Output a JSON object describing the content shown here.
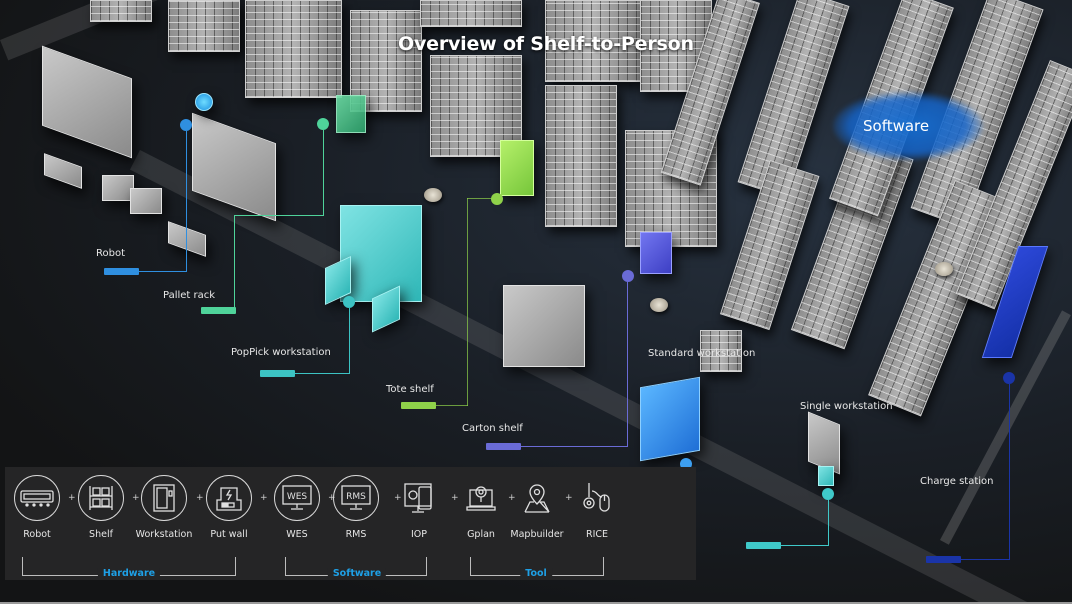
{
  "title": "Overview of Shelf-to-Person",
  "software_cloud": {
    "label": "Software",
    "color": "#1a6fd0"
  },
  "callouts": [
    {
      "id": "robot",
      "label": "Robot",
      "color": "#2f8fe0"
    },
    {
      "id": "pallet-rack",
      "label": "Pallet rack",
      "color": "#4fd39a"
    },
    {
      "id": "poppick",
      "label": "PopPick workstation",
      "color": "#3cc3c3"
    },
    {
      "id": "tote-shelf",
      "label": "Tote shelf",
      "color": "#8fd24a"
    },
    {
      "id": "carton-shelf",
      "label": "Carton shelf",
      "color": "#6a6bd6"
    },
    {
      "id": "standard-ws",
      "label": "Standard workstation",
      "color": "#3d9ff0"
    },
    {
      "id": "single-ws",
      "label": "Single workstation",
      "color": "#3fc9c9"
    },
    {
      "id": "charge-station",
      "label": "Charge station",
      "color": "#1a34a8"
    }
  ],
  "legend": {
    "items": [
      {
        "label": "Robot",
        "icon": "robot-icon"
      },
      {
        "label": "Shelf",
        "icon": "shelf-icon"
      },
      {
        "label": "Workstation",
        "icon": "workstation-icon"
      },
      {
        "label": "Put wall",
        "icon": "put-wall-icon"
      },
      {
        "label": "WES",
        "icon": "wes-monitor-icon",
        "screen_text": "WES"
      },
      {
        "label": "RMS",
        "icon": "rms-monitor-icon",
        "screen_text": "RMS"
      },
      {
        "label": "IOP",
        "icon": "iop-gear-phone-icon"
      },
      {
        "label": "Gplan",
        "icon": "gplan-laptop-icon"
      },
      {
        "label": "Mapbuilder",
        "icon": "map-pin-icon"
      },
      {
        "label": "RICE",
        "icon": "rice-key-mouse-icon"
      }
    ],
    "separator": "+",
    "groups": [
      {
        "label": "Hardware",
        "color": "#1ea0e6"
      },
      {
        "label": "Software",
        "color": "#1ea0e6"
      },
      {
        "label": "Tool",
        "color": "#1ea0e6"
      }
    ]
  }
}
